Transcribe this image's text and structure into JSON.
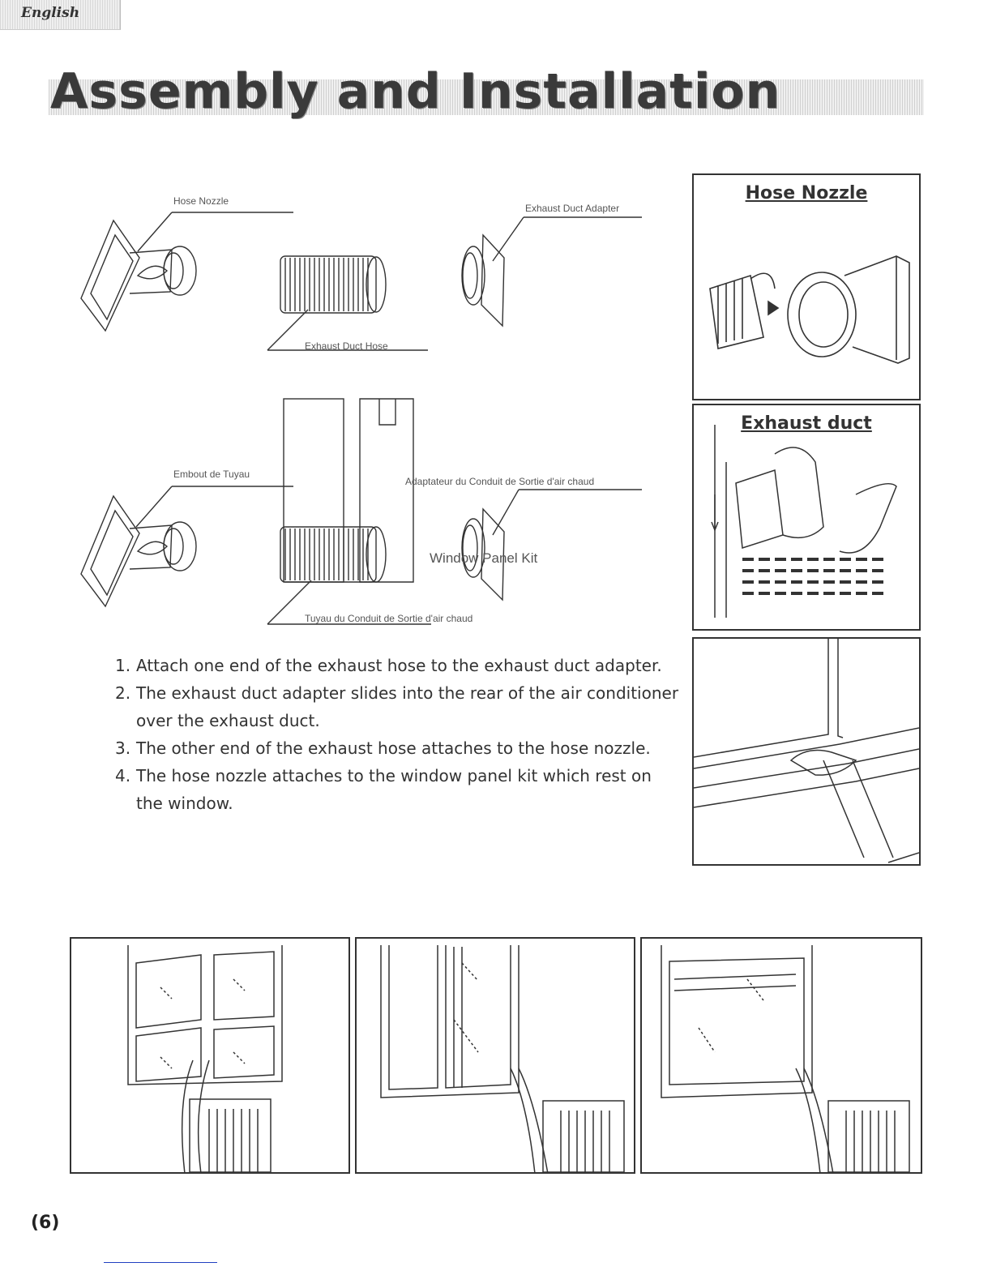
{
  "header": {
    "language_tab": "English",
    "title": "Assembly and Installation"
  },
  "diagram_labels": {
    "hose_nozzle": "Hose Nozzle",
    "exhaust_duct_adapter": "Exhaust Duct Adapter",
    "exhaust_duct_hose": "Exhaust Duct Hose",
    "embout_de_tuyau": "Embout de Tuyau",
    "adaptateur": "Adaptateur du Conduit de Sortie d'air chaud",
    "window_panel_kit": "Window Panel Kit",
    "tuyau": "Tuyau du Conduit de Sortie d'air chaud"
  },
  "side_panels": {
    "hose_nozzle_title": "Hose Nozzle",
    "exhaust_duct_title": "Exhaust duct"
  },
  "steps": [
    {
      "num": "1.",
      "text": "Attach one end of the exhaust hose to the exhaust duct adapter."
    },
    {
      "num": "2.",
      "text": "The exhaust duct adapter slides into the rear of the air conditioner over the exhaust duct."
    },
    {
      "num": "3.",
      "text": "The other end of the exhaust hose attaches to the hose nozzle."
    },
    {
      "num": "4.",
      "text": "The hose nozzle attaches to the window panel kit which rest on the window."
    }
  ],
  "footer": {
    "page_number": "(6)"
  }
}
